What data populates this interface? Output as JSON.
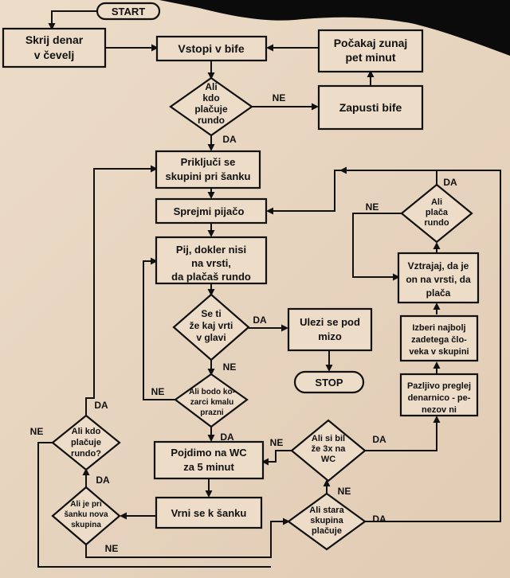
{
  "nodes": {
    "start": [
      "START"
    ],
    "skrij": [
      "Skrij denar",
      "v čevelj"
    ],
    "vstopi": [
      "Vstopi v bife"
    ],
    "pocakaj": [
      "Počakaj zunaj",
      "pet minut"
    ],
    "ali_placuje1": [
      "Ali",
      "kdo",
      "plačuje",
      "rundo"
    ],
    "zapusti": [
      "Zapusti bife"
    ],
    "prikljuci": [
      "Priključi se",
      "skupini pri šanku"
    ],
    "sprejmi": [
      "Sprejmi pijačo"
    ],
    "pij": [
      "Pij, dokler nisi",
      "na vrsti,",
      "da plačaš rundo"
    ],
    "se_ti_vrti": [
      "Se ti",
      "že kaj vrti",
      "v glavi"
    ],
    "ulezi": [
      "Ulezi se pod",
      "mizo"
    ],
    "stop": [
      "STOP"
    ],
    "bodo_kozarci": [
      "Ali bodo ko-",
      "zarci kmalu",
      "prazni"
    ],
    "pojdimo": [
      "Pojdimo na WC",
      "za 5 minut"
    ],
    "vrni": [
      "Vrni se k šanku"
    ],
    "ali_placuje2": [
      "Ali kdo",
      "plačuje",
      "rundo?"
    ],
    "nova_skupina": [
      "Ali je pri",
      "šanku nova",
      "skupina"
    ],
    "si_bil": [
      "Ali si bil",
      "že 3x na",
      "WC"
    ],
    "stara_skupina": [
      "Ali stara",
      "skupina",
      "plačuje"
    ],
    "ali_placa": [
      "Ali",
      "plača",
      "rundo"
    ],
    "vztrajaj": [
      "Vztrajaj, da je",
      "on na vrsti, da",
      "plača"
    ],
    "izberi": [
      "Izberi najbolj",
      "zadetega člo-",
      "veka v skupini"
    ],
    "pazljivo": [
      "Pazljivo preglej",
      "denarnico - pe-",
      "nezov ni"
    ]
  },
  "edge_labels": {
    "ne_zapusti": "NE",
    "da_prikljuci": "DA",
    "da_ulezi": "DA",
    "ne_kozarci": "NE",
    "ne_pij": "NE",
    "da_pojdimo": "DA",
    "da_placuje2": "DA",
    "ne_placuje2": "NE",
    "da_nova": "DA",
    "ne_nova": "NE",
    "ne_sibil": "NE",
    "da_sibil": "DA",
    "ne_stara": "NE",
    "da_stara": "DA",
    "da_placa": "DA",
    "ne_placa": "NE"
  }
}
